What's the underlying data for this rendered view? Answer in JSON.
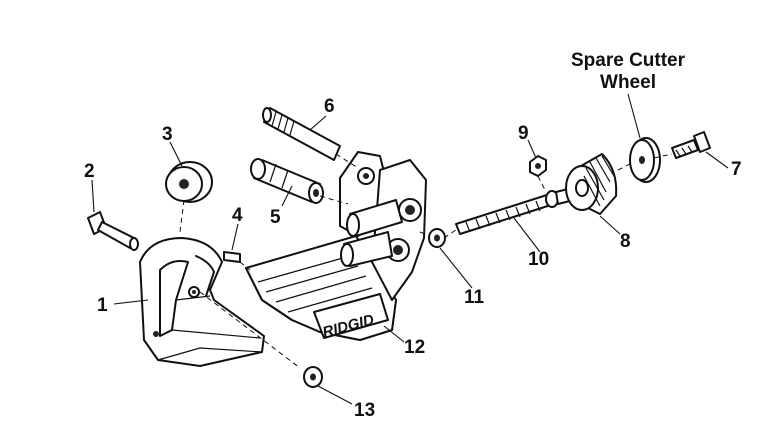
{
  "title": {
    "line1": "Spare Cutter",
    "line2": "Wheel"
  },
  "logo_text": "RIDGID",
  "callouts": {
    "p1": "1",
    "p2": "2",
    "p3": "3",
    "p4": "4",
    "p5": "5",
    "p6": "6",
    "p7": "7",
    "p8": "8",
    "p9": "9",
    "p10": "10",
    "p11": "11",
    "p12": "12",
    "p13": "13"
  },
  "colors": {
    "ink": "#111111",
    "background": "#ffffff"
  }
}
